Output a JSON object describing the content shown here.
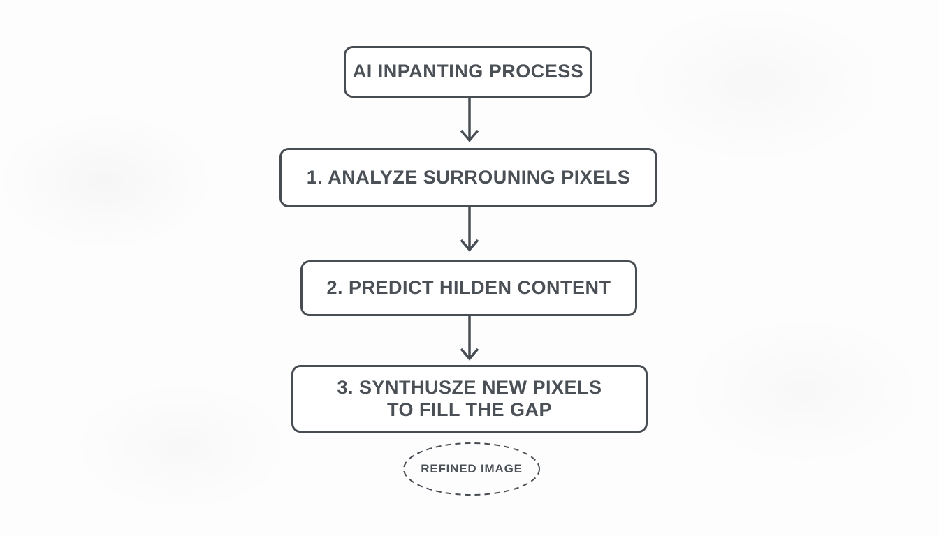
{
  "diagram": {
    "title": "AI INPANTING PROCESS",
    "steps": [
      {
        "label": "1. ANALYZE SURROUNING PIXELS"
      },
      {
        "label": "2. PREDICT HILDEN CONTENT"
      },
      {
        "label": "3. SYNTHUSZE NEW PIXELS TO FILL THE GAP"
      }
    ],
    "result": "REFINED IMAGE",
    "colors": {
      "stroke": "#474d53",
      "text": "#4a5056",
      "background": "#fdfdfd"
    }
  }
}
